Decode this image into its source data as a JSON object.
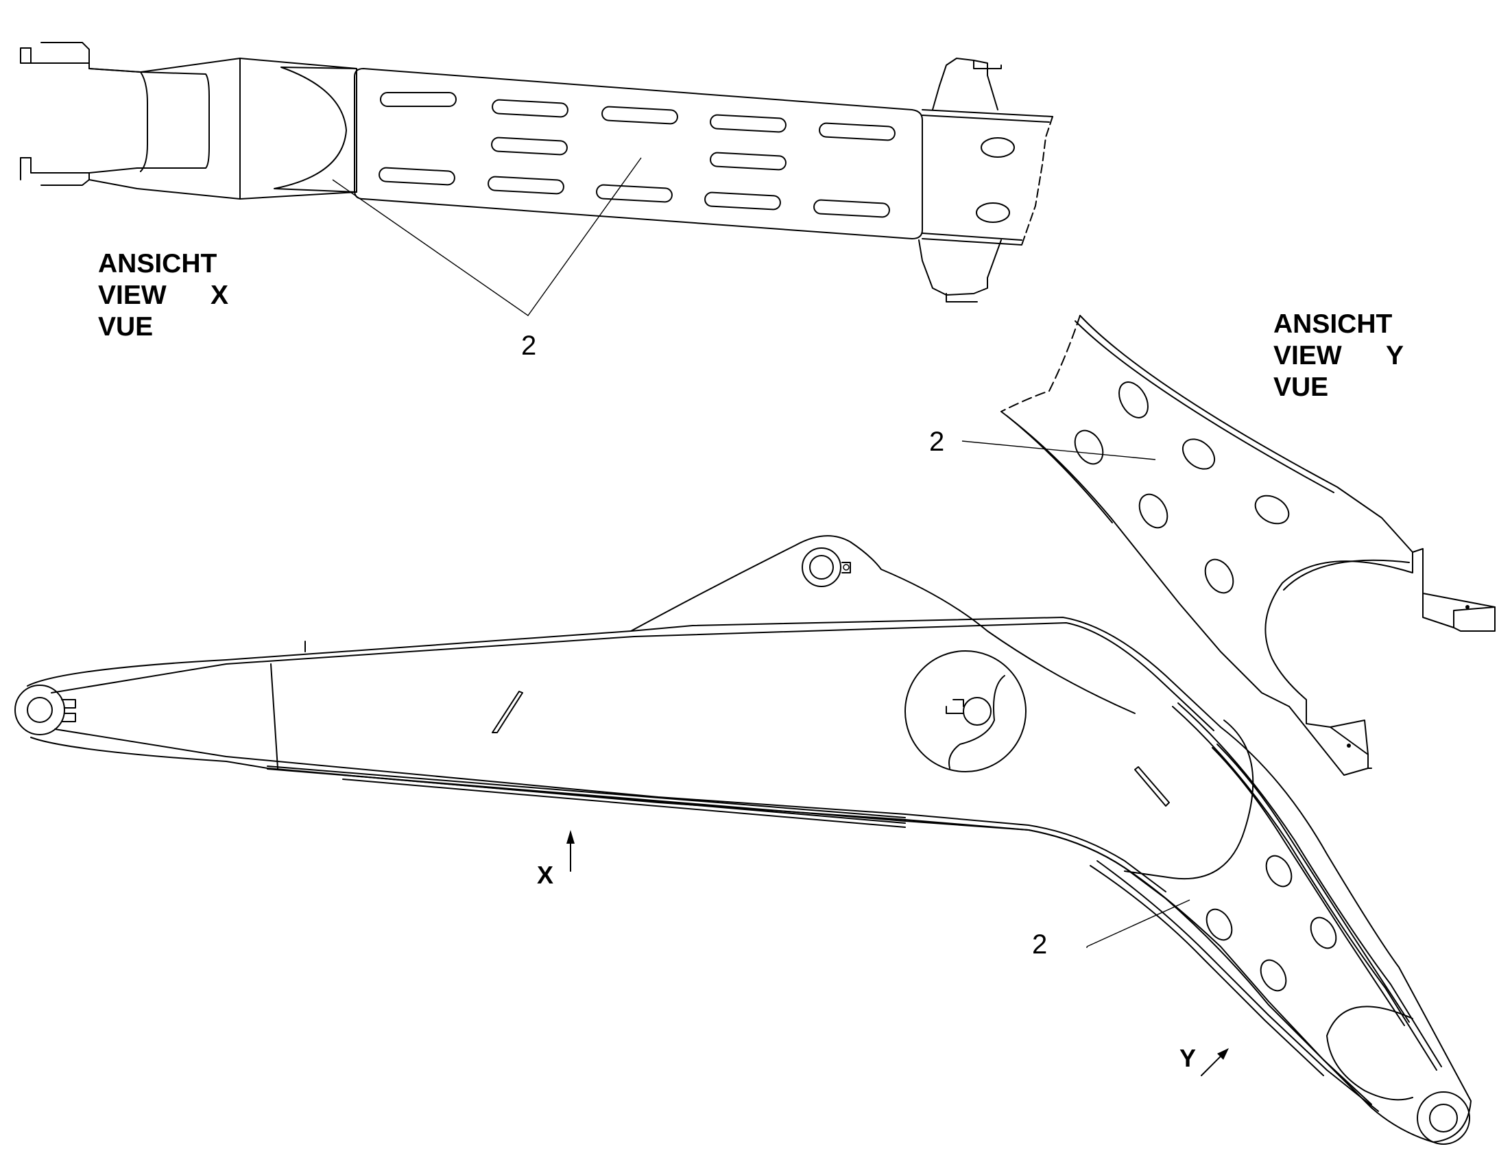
{
  "view_x": {
    "line1": "ANSICHT",
    "line2_word": "VIEW",
    "line2_letter": "X",
    "line3": "VUE"
  },
  "view_y": {
    "line1": "ANSICHT",
    "line2_word": "VIEW",
    "line2_letter": "Y",
    "line3": "VUE"
  },
  "callouts": {
    "top": "2",
    "right": "2",
    "bottom": "2"
  },
  "arrows": {
    "x": "X",
    "y": "Y"
  }
}
